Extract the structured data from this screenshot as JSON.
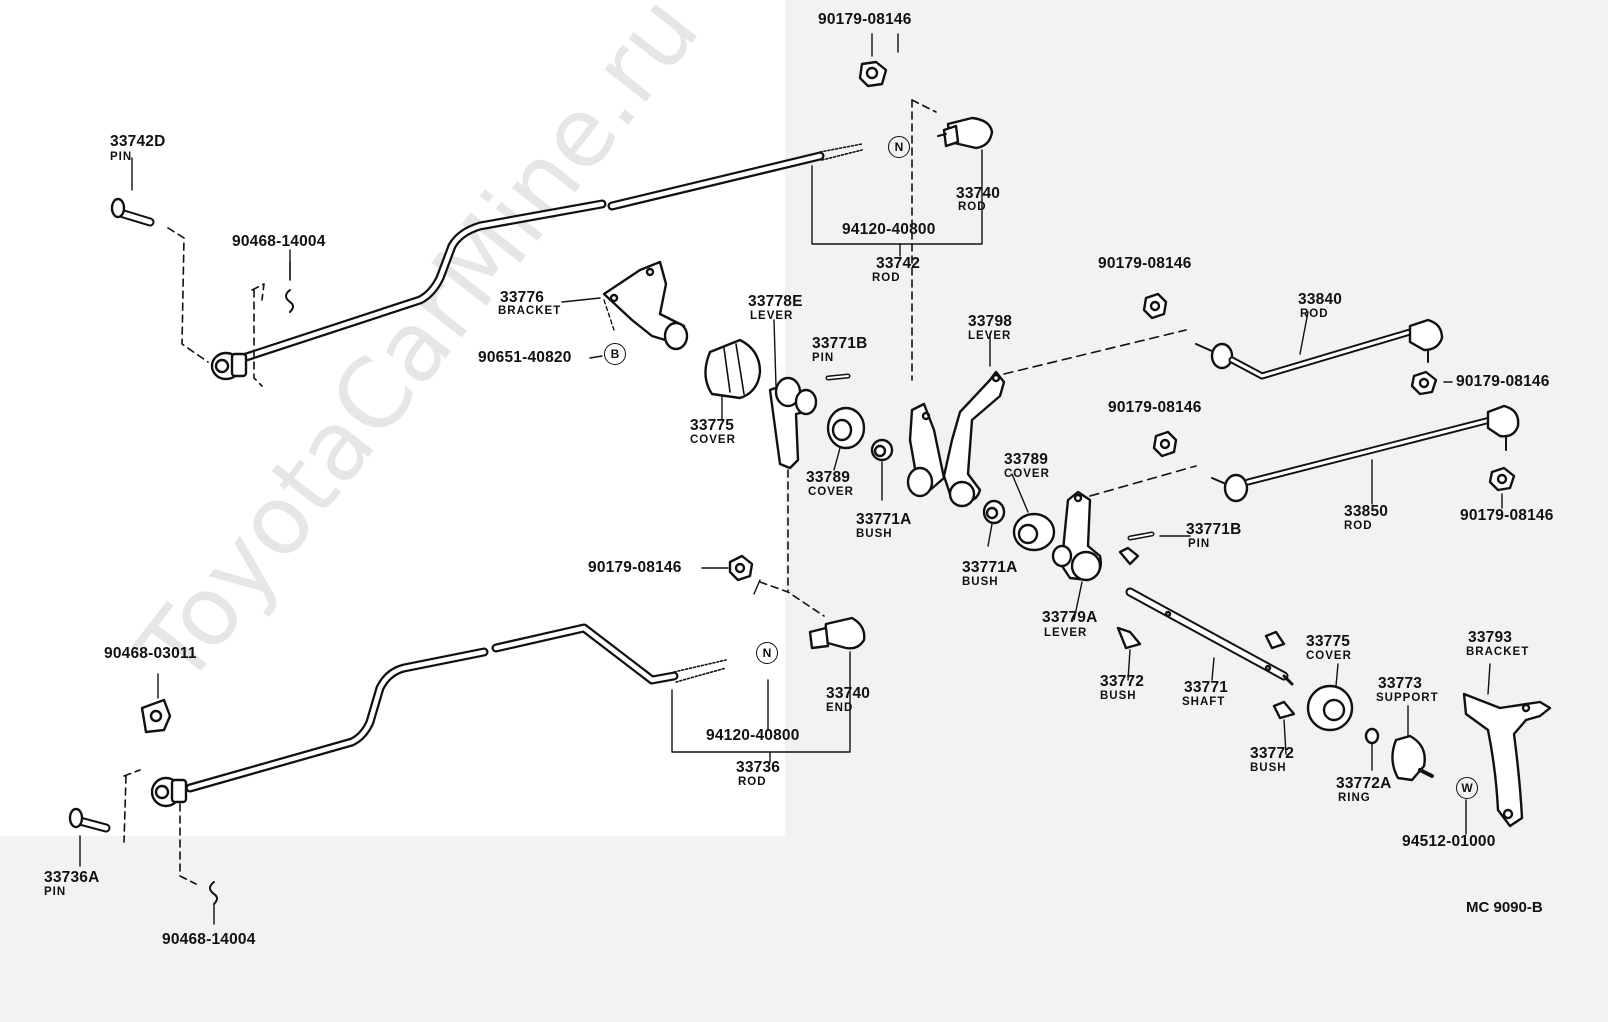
{
  "watermark": "ToyotaCarMine.ru",
  "reference": "MC 9090-B",
  "markers": {
    "n": "N",
    "b": "B",
    "w": "W"
  },
  "labels": {
    "p_90179_top": "90179-08146",
    "p_33742d": "33742D",
    "p_33742d_sub": "PIN",
    "p_90468_top": "90468-14004",
    "p_33740_top": "33740",
    "p_33740_top_sub": "ROD",
    "p_94120_top": "94120-40800",
    "p_33742": "33742",
    "p_33742_sub": "ROD",
    "p_33776": "33776",
    "p_33776_sub": "BRACKET",
    "p_90651": "90651-40820",
    "p_33778e": "33778E",
    "p_33778e_sub": "LEVER",
    "p_33771b_top": "33771B",
    "p_33771b_top_sub": "PIN",
    "p_33775_left": "33775",
    "p_33775_left_sub": "COVER",
    "p_33789_left": "33789",
    "p_33789_left_sub": "COVER",
    "p_33771a_left": "33771A",
    "p_33771a_left_sub": "BUSH",
    "p_33798": "33798",
    "p_33798_sub": "LEVER",
    "p_33789_right": "33789",
    "p_33789_right_sub": "COVER",
    "p_33771a_right": "33771A",
    "p_33771a_right_sub": "BUSH",
    "p_90179_r1": "90179-08146",
    "p_33840": "33840",
    "p_33840_sub": "ROD",
    "p_90179_r2": "90179-08146",
    "p_90179_r3": "90179-08146",
    "p_33850": "33850",
    "p_33850_sub": "ROD",
    "p_90179_r4": "90179-08146",
    "p_33771b_right": "33771B",
    "p_33771b_right_sub": "PIN",
    "p_33779a": "33779A",
    "p_33779a_sub": "LEVER",
    "p_90179_mid": "90179-08146",
    "p_33740_end": "33740",
    "p_33740_end_sub": "END",
    "p_90468_03011": "90468-03011",
    "p_94120_bottom": "94120-40800",
    "p_33736": "33736",
    "p_33736_sub": "ROD",
    "p_33736a": "33736A",
    "p_33736a_sub": "PIN",
    "p_90468_bottom": "90468-14004",
    "p_33772_left": "33772",
    "p_33772_left_sub": "BUSH",
    "p_33771": "33771",
    "p_33771_sub": "SHAFT",
    "p_33775_right": "33775",
    "p_33775_right_sub": "COVER",
    "p_33773": "33773",
    "p_33773_sub": "SUPPORT",
    "p_33793": "33793",
    "p_33793_sub": "BRACKET",
    "p_33772_right": "33772",
    "p_33772_right_sub": "BUSH",
    "p_33772a": "33772A",
    "p_33772a_sub": "RING",
    "p_94512": "94512-01000"
  }
}
